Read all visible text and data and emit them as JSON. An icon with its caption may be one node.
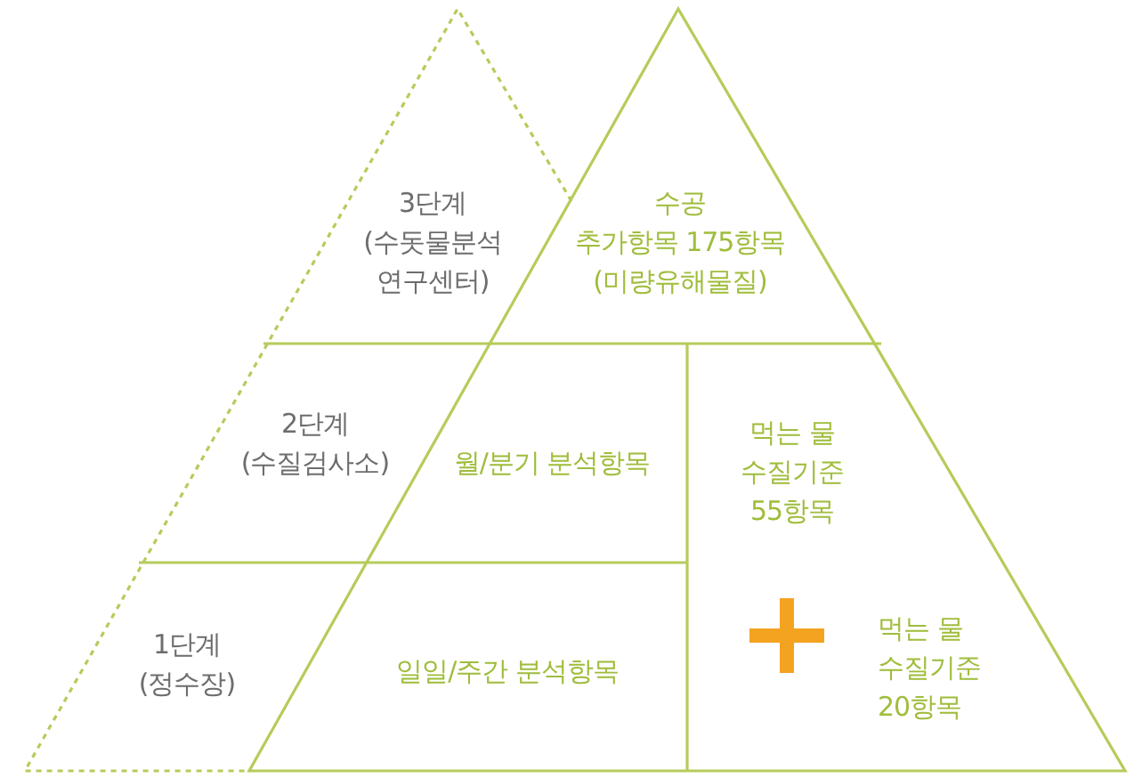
{
  "diagram": {
    "labels": [
      "3단계",
      "(수돗물분석 연구센터)",
      "수공",
      "추가항목 175항목",
      "(미량유해물질)",
      "2단계",
      "(수질검사소)",
      "월/분기 분석항목",
      "먹는 물 수질기준 55항목",
      "1단계",
      "(정수장)",
      "일일/주간 분석항목",
      "먹는 물 수질기준 20항목"
    ]
  }
}
